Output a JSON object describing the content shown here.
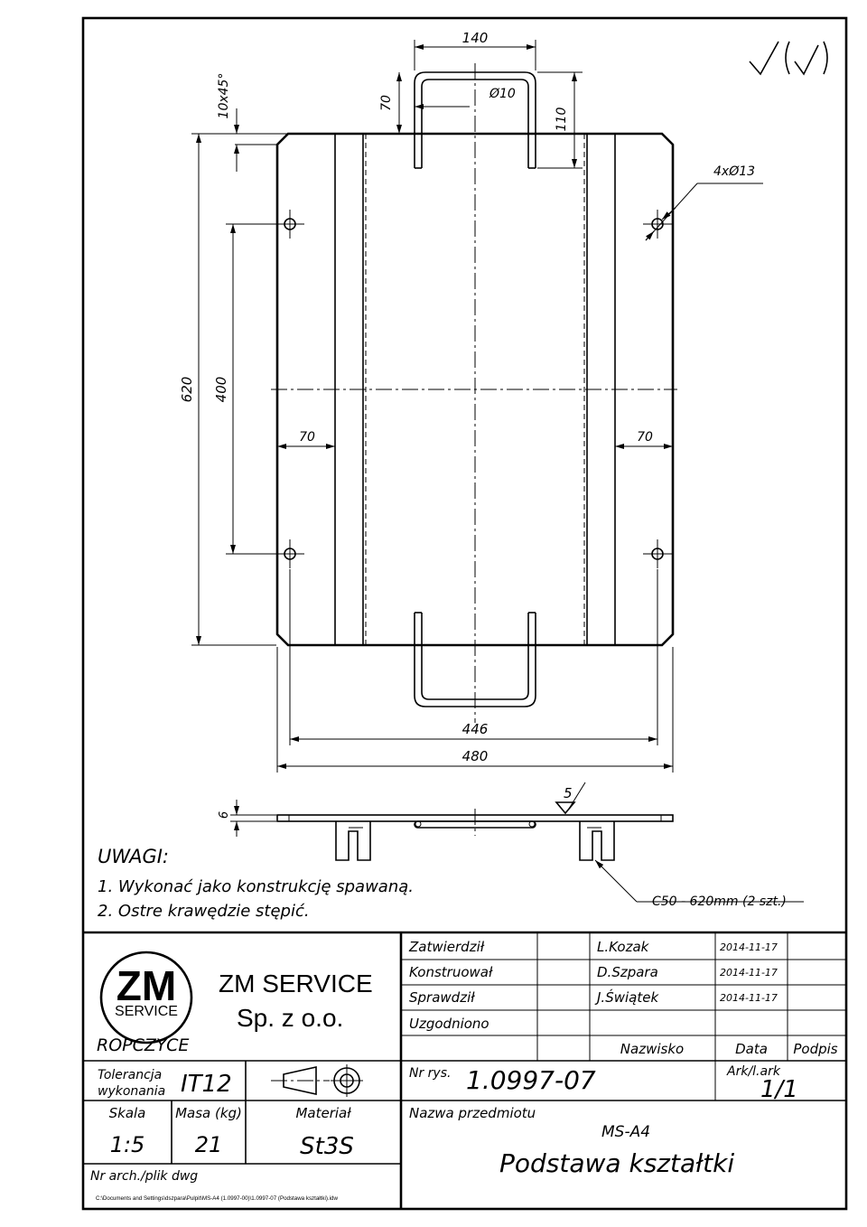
{
  "dimensions": {
    "d140": "140",
    "d70_top": "70",
    "d10x45": "10x45°",
    "phi10": "Ø10",
    "d110": "110",
    "holes": "4xØ13",
    "d620": "620",
    "d400": "400",
    "d70_left": "70",
    "d70_right": "70",
    "d446": "446",
    "d480": "480",
    "d6": "6",
    "weld": "5"
  },
  "surface_symbol": "√(√)",
  "notes": {
    "title": "UWAGI:",
    "items": [
      "1. Wykonać jako konstrukcję spawaną.",
      "2. Ostre krawędzie stępić."
    ]
  },
  "callout": "C50 - 620mm (2 szt.)",
  "titleblock": {
    "logo_big": "ZM",
    "logo_small": "SERVICE",
    "city": "ROPCZYCE",
    "company_line1": "ZM SERVICE",
    "company_line2": "Sp. z o.o.",
    "tolerance_label1": "Tolerancja",
    "tolerance_label2": "wykonania",
    "tolerance_value": "IT12",
    "scale_label": "Skala",
    "scale_value": "1:5",
    "mass_label": "Masa (kg)",
    "mass_value": "21",
    "material_label": "Materiał",
    "material_value": "St3S",
    "archive_label": "Nr arch./plik dwg",
    "file_path": "C:\\Documents and Settings\\dszpara\\Pulpit\\MS-A4 (1.0997-00)\\1.0997-07 (Podstawa kształtki).idw",
    "roles": [
      {
        "role": "Zatwierdził",
        "name": "L.Kozak",
        "date": "2014-11-17"
      },
      {
        "role": "Konstruował",
        "name": "D.Szpara",
        "date": "2014-11-17"
      },
      {
        "role": "Sprawdził",
        "name": "J.Świątek",
        "date": "2014-11-17"
      },
      {
        "role": "Uzgodniono",
        "name": "",
        "date": ""
      }
    ],
    "col_name": "Nazwisko",
    "col_date": "Data",
    "col_sign": "Podpis",
    "drawing_no_label": "Nr rys.",
    "drawing_no": "1.0997-07",
    "sheet_label": "Ark/l.ark",
    "sheet_value": "1/1",
    "item_name_label": "Nazwa przedmiotu",
    "assembly": "MS-A4",
    "item_name": "Podstawa kształtki"
  }
}
